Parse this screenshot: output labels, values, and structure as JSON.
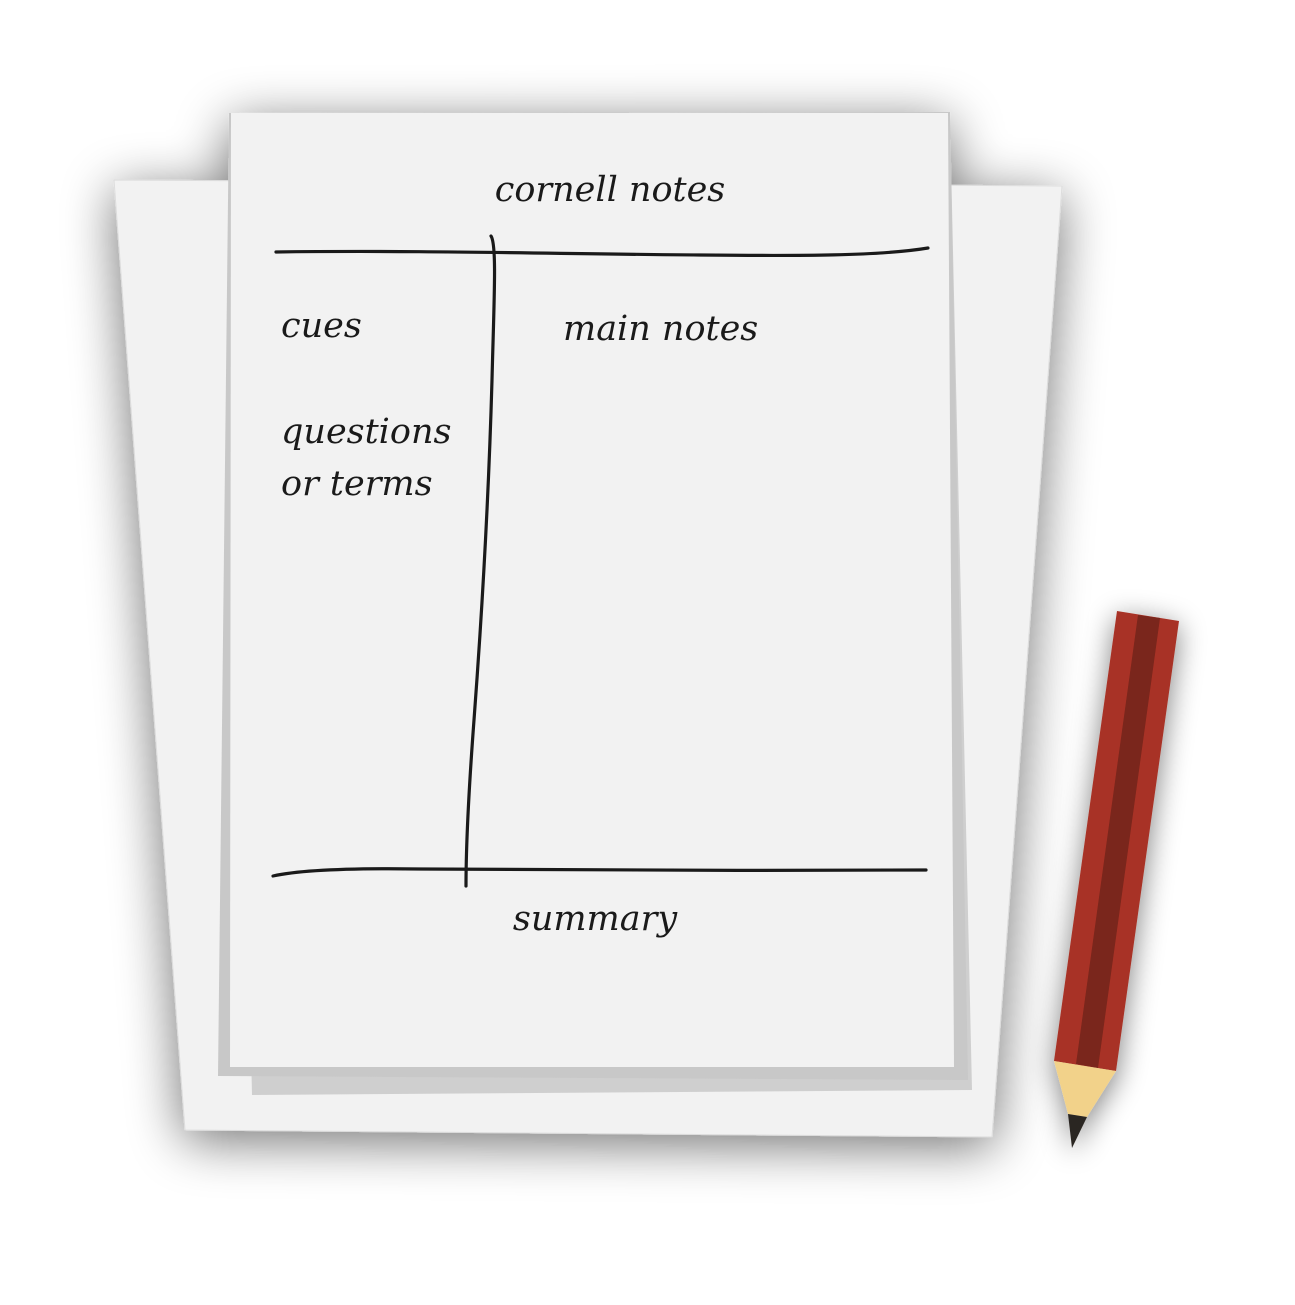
{
  "sheet": {
    "title": "cornell notes",
    "cue_heading": "cues",
    "cue_line_1": "questions",
    "cue_line_2": "or terms",
    "notes_heading": "main notes",
    "summary_label": "summary"
  },
  "colors": {
    "paper": "#f2f2f2",
    "paper_edge": "#c8c8c8",
    "ink": "#1a1a1a",
    "pencil_body": "#a83326",
    "pencil_stripe": "#7a251b",
    "pencil_wood": "#f2d28a",
    "pencil_lead": "#2a2520"
  },
  "icons": {
    "pencil": "pencil-icon",
    "paper_stack": "paper-stack-icon"
  }
}
